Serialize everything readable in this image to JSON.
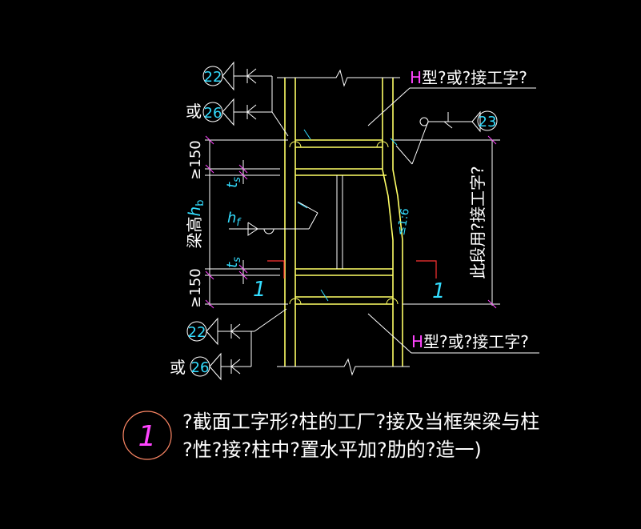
{
  "colors": {
    "background": "#000000",
    "column": "#ffff66",
    "line": "#ffffff",
    "annotation": "#33ddff",
    "accent": "#ff44ff",
    "section_mark": "#ff3333"
  },
  "callouts": {
    "top_left": {
      "weld_a": "22",
      "or": "或",
      "weld_b": "26"
    },
    "right": {
      "weld": "23"
    },
    "bottom_left": {
      "weld_a": "22",
      "or": "或",
      "weld_b": "26"
    }
  },
  "labels": {
    "top_note_prefix": "H",
    "top_note": "型?或?接工字?",
    "bottom_note_prefix": "H",
    "bottom_note": "型?或?接工字?",
    "right_dimension": "此段用?接工字?",
    "slope": "≤1:6",
    "beam_height_label": "梁高",
    "beam_height_symbol": "h",
    "beam_height_sub": "b",
    "ts_top": "t",
    "ts_top_sub": "s",
    "ts_bottom": "t",
    "ts_bottom_sub": "s",
    "hf": "h",
    "hf_sub": "f",
    "dim_top": "≥150",
    "dim_bottom": "≥150",
    "section_left": "1",
    "section_right": "1"
  },
  "footer": {
    "detail_number": "1",
    "title_line1": "?截面工字形?柱的工厂?接及当框架梁与柱",
    "title_line2": "?性?接?柱中?置水平加?肋的?造一)"
  }
}
